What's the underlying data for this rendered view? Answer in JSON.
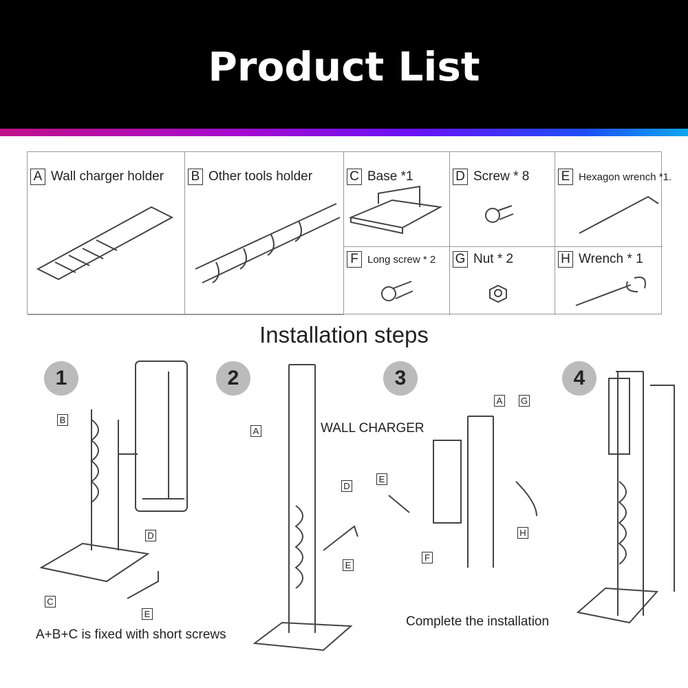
{
  "header": {
    "title": "Product List"
  },
  "parts": [
    {
      "key": "A",
      "label": "Wall charger holder"
    },
    {
      "key": "B",
      "label": "Other tools holder"
    },
    {
      "key": "C",
      "label": "Base *1"
    },
    {
      "key": "D",
      "label": "Screw * 8"
    },
    {
      "key": "E",
      "label": "Hexagon wrench *1."
    },
    {
      "key": "F",
      "label": "Long screw * 2"
    },
    {
      "key": "G",
      "label": "Nut * 2"
    },
    {
      "key": "H",
      "label": "Wrench * 1"
    }
  ],
  "steps": {
    "title": "Installation steps",
    "numbers": [
      "1",
      "2",
      "3",
      "4"
    ],
    "step1_caption": "A+B+C is fixed with short screws",
    "step3_label": "WALL CHARGER",
    "step4_caption": "Complete the installation",
    "tags": {
      "B": "B",
      "D": "D",
      "C": "C",
      "E": "E",
      "A": "A",
      "G": "G",
      "F": "F",
      "H": "H"
    }
  },
  "colors": {
    "gradient_start": "#c0118a",
    "gradient_end": "#0ea6ee"
  }
}
